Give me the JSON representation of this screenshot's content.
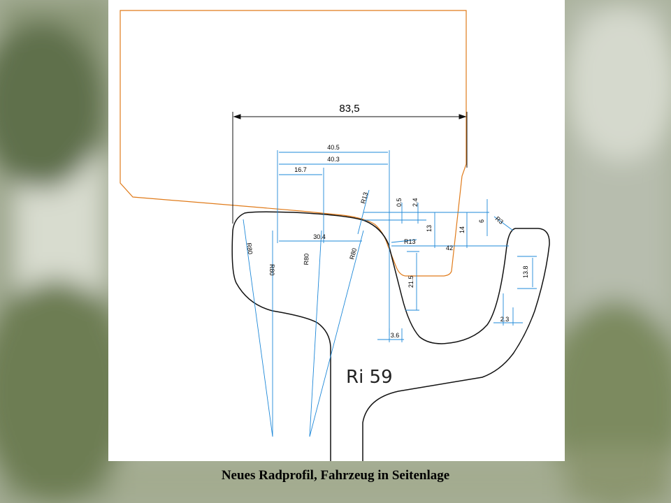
{
  "caption": "Neues Radprofil, Fahrzeug in Seitenlage",
  "rail_label": "Ri 59",
  "dimensions": {
    "width_total": "83,5",
    "d_40_5": "40.5",
    "d_40_3": "40.3",
    "d_16_7": "16.7",
    "d_30_4": "30.4",
    "d_0_5": "0.5",
    "d_2_4": "2.4",
    "d_13": "13",
    "d_14": "14",
    "d_6": "6",
    "d_42": "42",
    "d_21_5": "21.5",
    "d_13_8": "13.8",
    "d_2_3": "2.3",
    "d_3_6": "3.6",
    "r13_top": "R13",
    "r13_mid": "R13",
    "r3": "R3",
    "r80_a": "R80",
    "r80_b": "R80",
    "r80_c": "R80",
    "r80_d": "R80"
  },
  "colors": {
    "wheel": "#e07b1a",
    "dimension": "#1e88d8",
    "rail": "#111111",
    "background": "#9aa58a"
  }
}
